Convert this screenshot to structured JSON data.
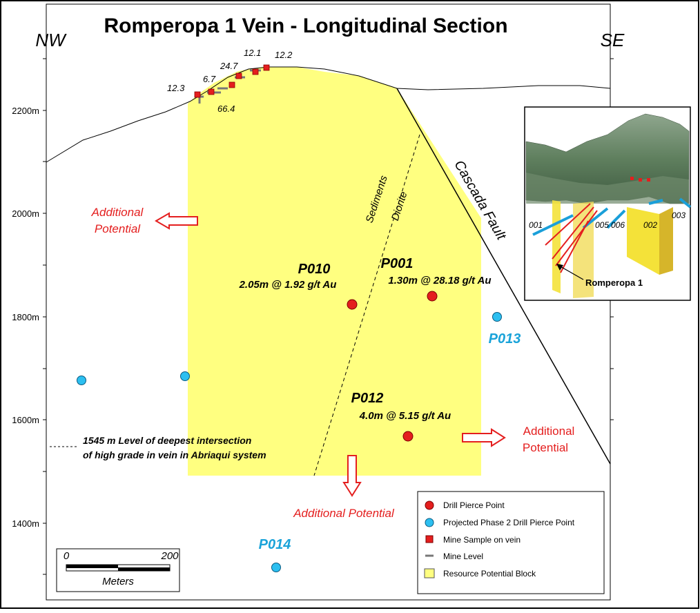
{
  "title": "Romperopa 1 Vein - Longitudinal Section",
  "direction_left": "NW",
  "direction_right": "SE",
  "y_axis_labels": [
    "2200m",
    "2000m",
    "1800m",
    "1600m",
    "1400m"
  ],
  "mine_samples": [
    "12.3",
    "6.7",
    "66.4",
    "24.7",
    "12.1",
    "12.2"
  ],
  "drill_holes": {
    "p010": {
      "name": "P010",
      "assay": "2.05m @ 1.92 g/t Au"
    },
    "p001": {
      "name": "P001",
      "assay": "1.30m @ 28.18 g/t Au"
    },
    "p012": {
      "name": "P012",
      "assay": "4.0m @  5.15 g/t Au"
    },
    "p013": {
      "name": "P013"
    },
    "p014": {
      "name": "P014"
    }
  },
  "additional_potential": {
    "left": [
      "Additional",
      "Potential"
    ],
    "right": [
      "Additional",
      "Potential"
    ],
    "bottom": "Additional  Potential"
  },
  "geology": {
    "sediments": "Sediments",
    "diorite": "Diorite"
  },
  "fault_label": "Cascada  Fault",
  "deep_level_note": {
    "line1": "1545 m   Level of deepest intersection",
    "line2": "of high grade in vein in Abriaqui system"
  },
  "legend": [
    {
      "label": "Drill Pierce Point",
      "symbol": "red-circle"
    },
    {
      "label": "Projected Phase 2 Drill Pierce Point",
      "symbol": "cyan-circle"
    },
    {
      "label": "Mine Sample on vein",
      "symbol": "red-square"
    },
    {
      "label": "Mine Level",
      "symbol": "grey-dash"
    },
    {
      "label": "Resource Potential Block",
      "symbol": "yellow-square"
    }
  ],
  "scale_bar": {
    "start": "0",
    "end": "200",
    "unit": "Meters"
  },
  "inset": {
    "title": "Romperopa 1",
    "hole_labels": [
      "001",
      "005",
      "006",
      "002",
      "003"
    ]
  },
  "colors": {
    "resource_block": "#ffff80",
    "drill_pierce": "#e41e1e",
    "projected_pierce": "#2cbff0",
    "annotation_red": "#e41e1e"
  }
}
